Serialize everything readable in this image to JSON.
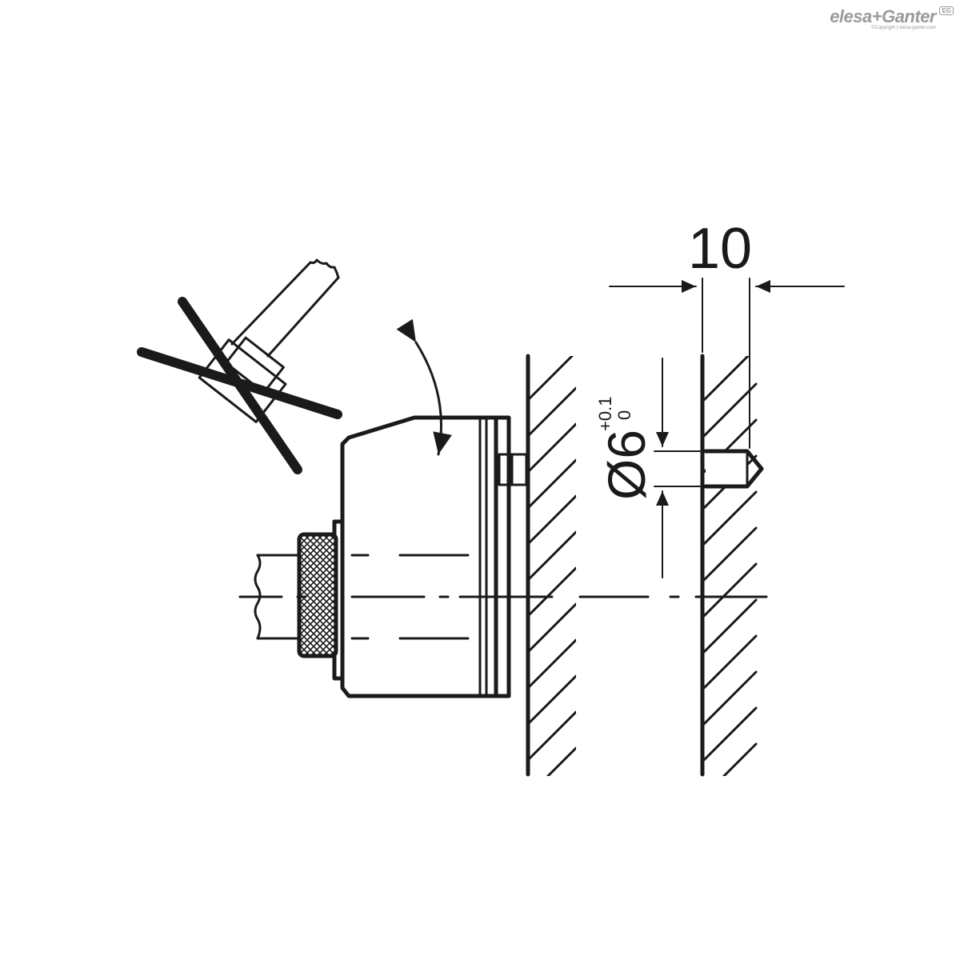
{
  "brand": {
    "name": "elesa+Ganter",
    "copyright": "©Copyright | elesa-ganter.com",
    "badge": "EG"
  },
  "dimensions": {
    "width_value": "10",
    "diameter_prefix": "Ø6",
    "tolerance_upper": "+0.1",
    "tolerance_lower": "0"
  },
  "colors": {
    "line": "#1a1a1a",
    "brand_gray": "#9a9a9a",
    "background": "#ffffff"
  }
}
